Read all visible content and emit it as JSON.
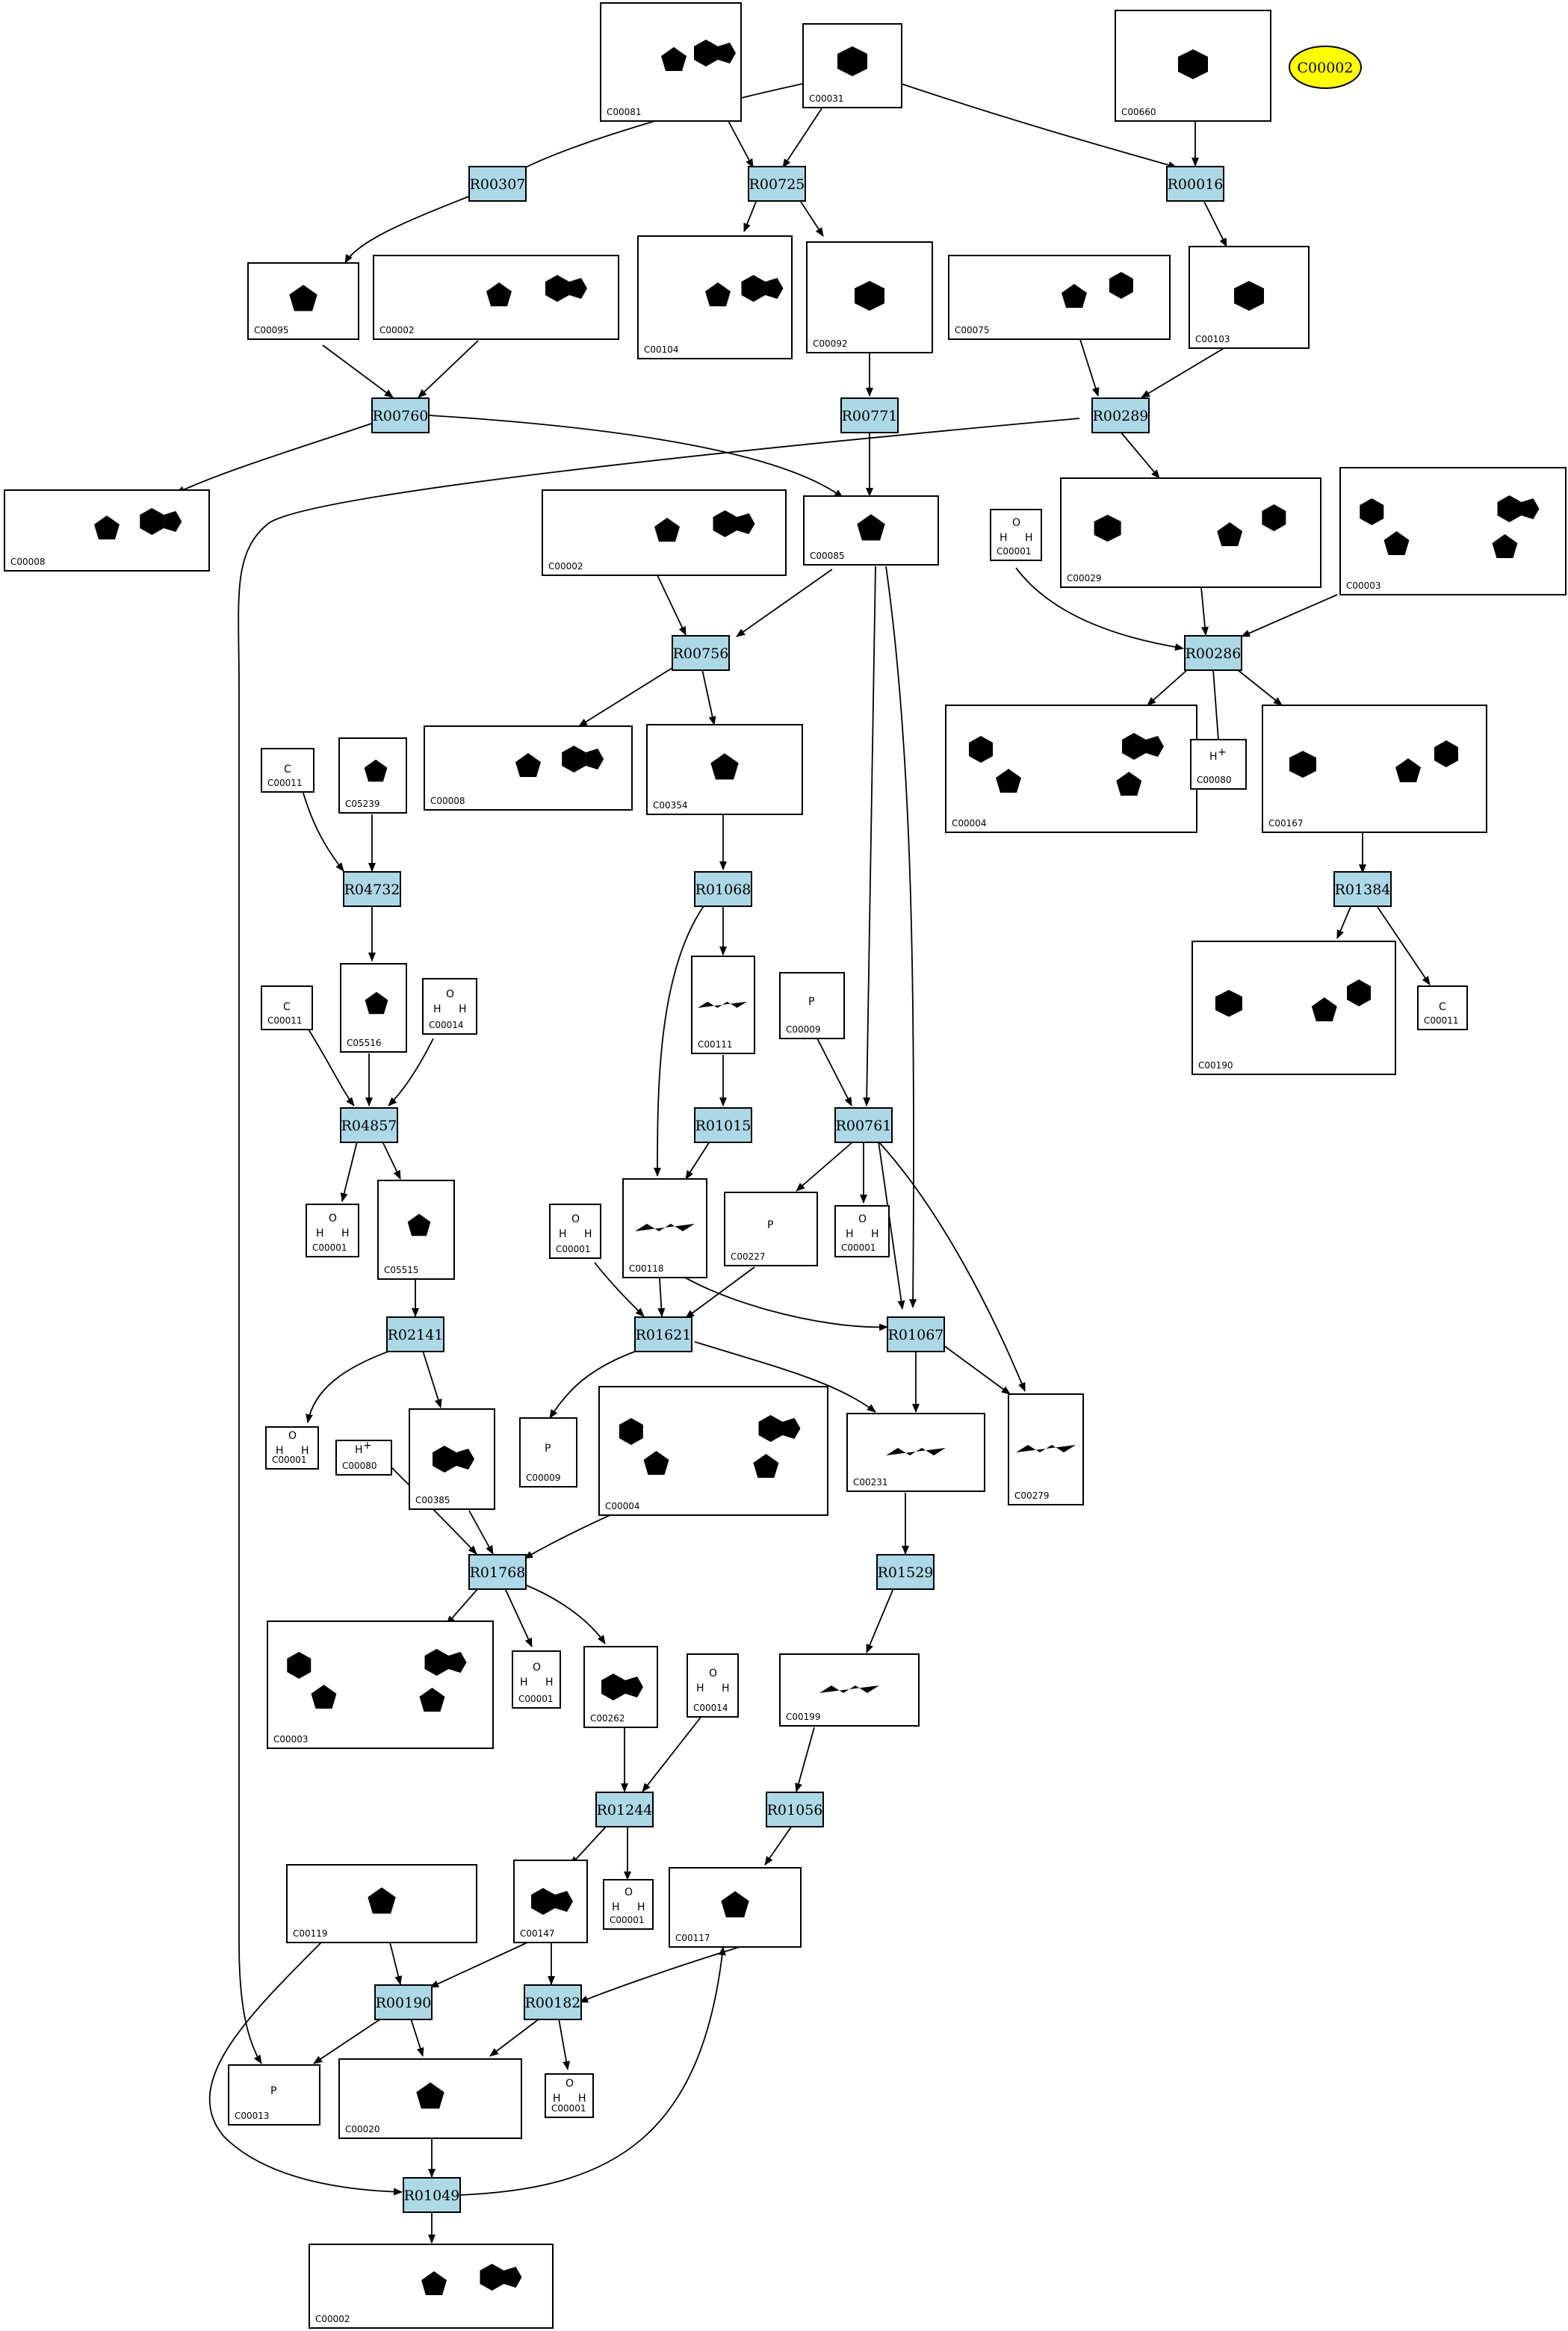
{
  "legend_node": {
    "label": "C00002",
    "color": "#ffff00"
  },
  "node_color": "#add8e6",
  "reactions": [
    "R00307",
    "R00725",
    "R00016",
    "R00760",
    "R00771",
    "R00289",
    "R00756",
    "R00286",
    "R04732",
    "R01068",
    "R01384",
    "R04857",
    "R01015",
    "R00761",
    "R02141",
    "R01621",
    "R01067",
    "R01768",
    "R01529",
    "R01244",
    "R01056",
    "R00190",
    "R00182",
    "R01049"
  ],
  "compounds": [
    "C00081",
    "C00031",
    "C00660",
    "C00095",
    "C00002",
    "C00104",
    "C00092",
    "C00075",
    "C00103",
    "C00008",
    "C00002",
    "C00085",
    "C00001",
    "C00029",
    "C00003",
    "C00011",
    "C05239",
    "C00008",
    "C00354",
    "C00004",
    "C00080",
    "C00167",
    "C05516",
    "C00011",
    "C00014",
    "C00111",
    "C00009",
    "C00190",
    "C00011",
    "C00001",
    "C05515",
    "C00001",
    "C00118",
    "C00227",
    "C00001",
    "C00001",
    "C00080",
    "C00385",
    "C00009",
    "C00004",
    "C00231",
    "C00279",
    "C00003",
    "C00001",
    "C00262",
    "C00014",
    "C00199",
    "C00001",
    "C00119",
    "C00147",
    "C00117",
    "C00013",
    "C00020",
    "C00001",
    "C00002"
  ]
}
